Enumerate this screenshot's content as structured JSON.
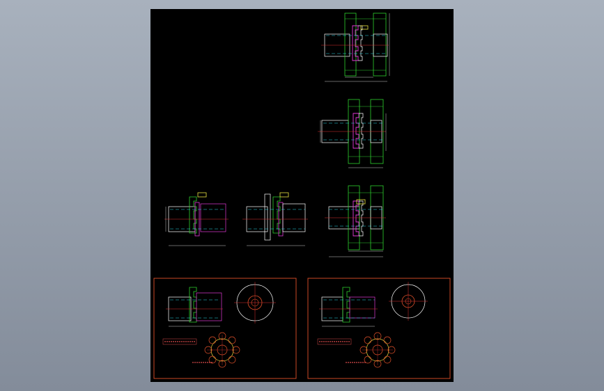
{
  "viewer": {
    "background": "gradient-grey",
    "sheet_color": "#000000"
  },
  "colors": {
    "outline_white": "#ffffff",
    "frame_orange": "#e0502a",
    "hub_green": "#2fd12f",
    "element_magenta": "#e23ad6",
    "centerline_cyan": "#27d9e8",
    "axis_red": "#e03030",
    "bolt_yellow": "#e8e040",
    "dimension_yellow": "#e8e85a",
    "note_red": "#d84a4a"
  },
  "views": [
    {
      "name": "coupling-assembly-a",
      "type": "section-view"
    },
    {
      "name": "coupling-assembly-b",
      "type": "section-view"
    },
    {
      "name": "coupling-assembly-c",
      "type": "section-view"
    },
    {
      "name": "coupling-half-left",
      "type": "section-view"
    },
    {
      "name": "coupling-half-middle",
      "type": "section-view"
    },
    {
      "name": "detail-sheet-left",
      "type": "framed-detail"
    },
    {
      "name": "detail-sheet-right",
      "type": "framed-detail"
    }
  ]
}
